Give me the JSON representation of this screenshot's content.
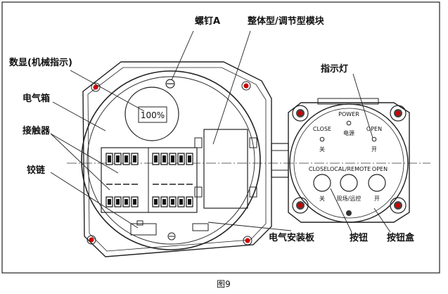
{
  "labels": {
    "screw_a": "螺钉A",
    "module": "整体型/调节型模块",
    "display": "数显(机械指示)",
    "indicator_light": "指示灯",
    "electric_box": "电气箱",
    "contactor": "接触器",
    "hinge": "铰链",
    "mount_plate": "电气安装板",
    "button": "按钮",
    "button_box": "按钮盒"
  },
  "display_value": "100%",
  "indicator_panel": {
    "close": "CLOSE",
    "close_cn": "关",
    "power": "POWER",
    "power_cn": "电源",
    "open": "OPEN",
    "open_cn": "开"
  },
  "button_panel": {
    "close": "CLOSE",
    "close_cn": "关",
    "local_remote": "LOCAL/REMOTE",
    "local_remote_cn": "现场/远控",
    "open": "OPEN",
    "open_cn": "开"
  },
  "caption": "图9"
}
